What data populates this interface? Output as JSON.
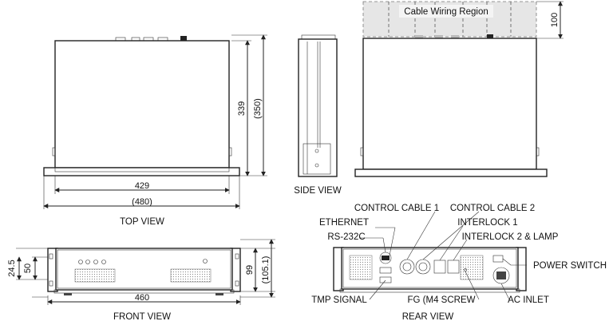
{
  "views": {
    "top_view": "TOP VIEW",
    "side_view": "SIDE VIEW",
    "front_view": "FRONT VIEW",
    "rear_view": "REAR VIEW"
  },
  "region": {
    "cable_wiring": "Cable Wiring Region"
  },
  "dimensions": {
    "top_width": "429",
    "top_width_overall": "(480)",
    "top_depth": "339",
    "top_depth_overall": "(350)",
    "cable_region_height": "100",
    "front_width": "460",
    "front_offset": "24.5",
    "front_inner": "50",
    "front_height": "99",
    "front_height_overall": "(105.1)"
  },
  "rear_labels": {
    "control_cable_1": "CONTROL CABLE 1",
    "control_cable_2": "CONTROL CABLE 2",
    "ethernet": "ETHERNET",
    "interlock_1": "INTERLOCK 1",
    "rs232c": "RS-232C",
    "interlock_2_lamp": "INTERLOCK 2 & LAMP",
    "power_switch": "POWER SWITCH",
    "tmp_signal": "TMP SIGNAL",
    "fg_screw": "FG (M4 SCREW",
    "ac_inlet": "AC INLET"
  }
}
